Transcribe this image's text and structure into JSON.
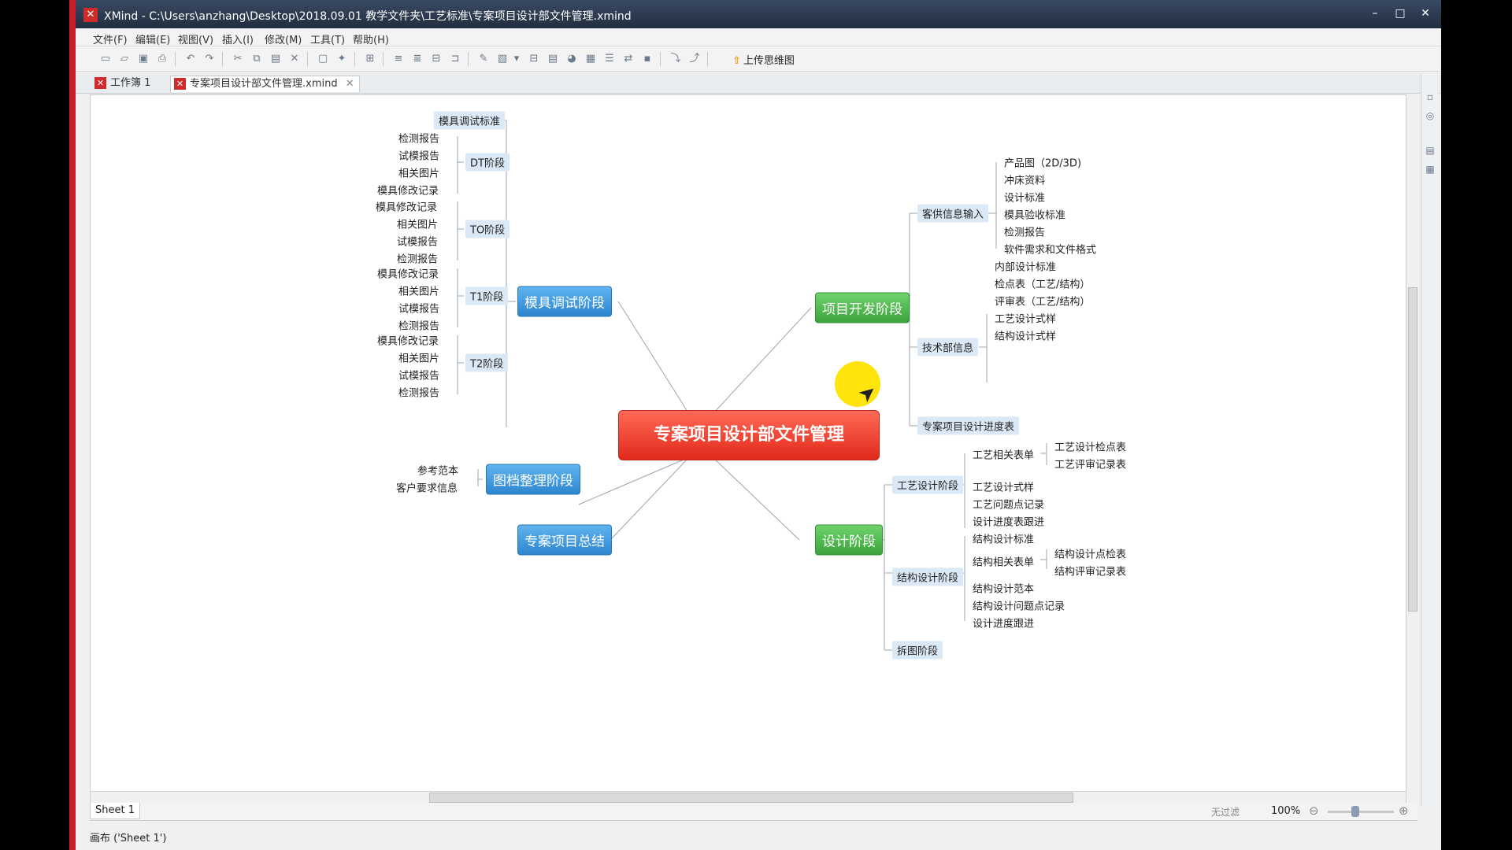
{
  "window": {
    "title": "XMind - C:\\Users\\anzhang\\Desktop\\2018.09.01 教学文件夹\\工艺标准\\专案项目设计部文件管理.xmind",
    "minimize": "–",
    "maximize": "□",
    "close": "✕"
  },
  "menu": [
    "文件(F)",
    "编辑(E)",
    "视图(V)",
    "插入(I)",
    "修改(M)",
    "工具(T)",
    "帮助(H)"
  ],
  "toolbar": {
    "upload_label": "上传思维图"
  },
  "tabs": [
    {
      "label": "工作簿 1"
    },
    {
      "label": "专案项目设计部文件管理.xmind",
      "close": "✕"
    }
  ],
  "mindmap": {
    "central": "专案项目设计部文件管理",
    "left": {
      "mold_debug": {
        "label": "模具调试阶段",
        "standard": "模具调试标准",
        "stages": [
          {
            "label": "DT阶段",
            "items": [
              "检测报告",
              "试模报告",
              "相关图片",
              "模具修改记录"
            ]
          },
          {
            "label": "TO阶段",
            "items": [
              "模具修改记录",
              "相关图片",
              "试模报告",
              "检测报告"
            ]
          },
          {
            "label": "T1阶段",
            "items": [
              "模具修改记录",
              "相关图片",
              "试模报告",
              "检测报告"
            ]
          },
          {
            "label": "T2阶段",
            "items": [
              "模具修改记录",
              "相关图片",
              "试模报告",
              "检测报告"
            ]
          }
        ]
      },
      "archive": {
        "label": "图档整理阶段",
        "items": [
          "参考范本",
          "客户要求信息"
        ]
      },
      "summary": {
        "label": "专案项目总结"
      }
    },
    "right": {
      "dev": {
        "label": "项目开发阶段",
        "customer": {
          "label": "客供信息输入",
          "items": [
            "产品图（2D/3D)",
            "冲床资料",
            "设计标准",
            "模具验收标准",
            "检测报告",
            "软件需求和文件格式"
          ]
        },
        "tech": {
          "label": "技术部信息",
          "items": [
            "内部设计标准",
            "检点表（工艺/结构）",
            "评审表（工艺/结构）",
            "工艺设计式样",
            "结构设计式样"
          ]
        },
        "schedule": "专案项目设计进度表"
      },
      "design": {
        "label": "设计阶段",
        "process": {
          "label": "工艺设计阶段",
          "forms": {
            "label": "工艺相关表单",
            "items": [
              "工艺设计检点表",
              "工艺评审记录表"
            ]
          },
          "items": [
            "工艺设计式样",
            "工艺问题点记录",
            "设计进度表跟进"
          ]
        },
        "structure": {
          "label": "结构设计阶段",
          "standard": "结构设计标准",
          "forms": {
            "label": "结构相关表单",
            "items": [
              "结构设计点检表",
              "结构评审记录表"
            ]
          },
          "items": [
            "结构设计范本",
            "结构设计问题点记录",
            "设计进度跟进"
          ]
        },
        "split": "拆图阶段"
      }
    }
  },
  "sheet": {
    "tab": "Sheet 1"
  },
  "zoom": {
    "filter": "无过滤",
    "level": "100%",
    "minus": "⊖",
    "plus": "⊕"
  },
  "status": "画布 ('Sheet 1')",
  "colors": {
    "central": "#e8321f",
    "blue_topic": "#3a93da",
    "green_topic": "#4cb44a"
  }
}
